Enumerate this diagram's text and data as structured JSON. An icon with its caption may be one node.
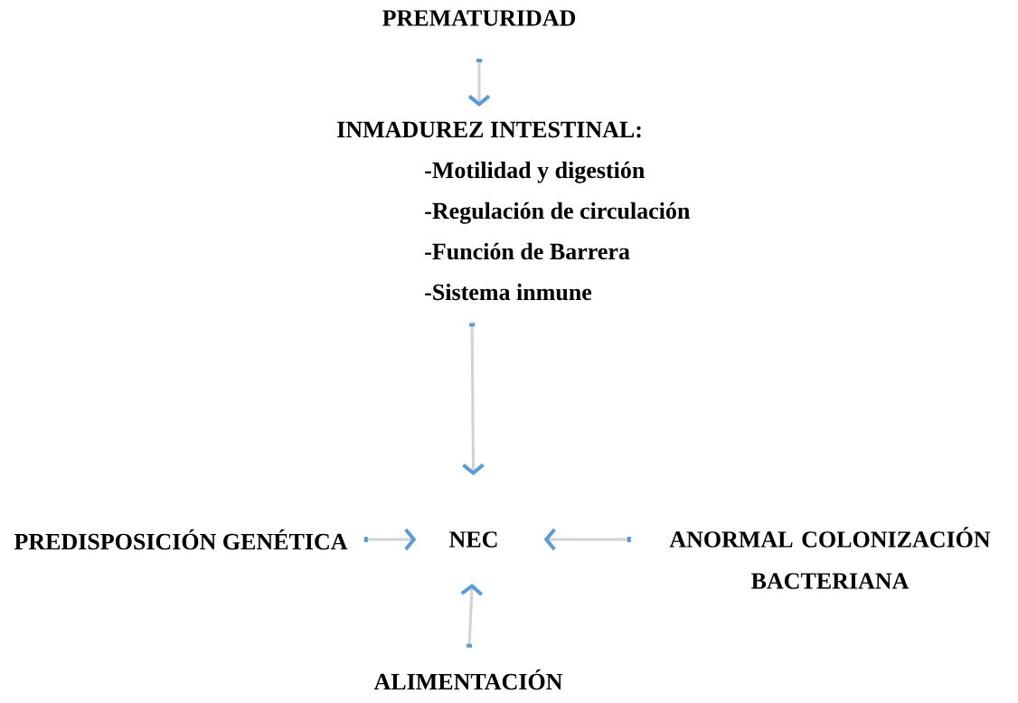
{
  "diagram": {
    "nodes": [
      {
        "text": [
          "PREMATURIDAD"
        ]
      },
      {
        "text": [
          "INMADUREZ INTESTINAL:",
          "-Motilidad y digestión",
          "-Regulación de circulación",
          "-Función de Barrera",
          "-Sistema inmune"
        ]
      },
      {
        "text": [
          "NEC"
        ]
      },
      {
        "text": [
          "PREDISPOSICIÓN GENÉTICA"
        ]
      },
      {
        "text": [
          "ANORMAL COLONIZACIÓN BACTERIANA"
        ]
      },
      {
        "text": [
          "ALIMENTACIÓN"
        ]
      }
    ],
    "edges": [
      {
        "from": 0,
        "to": 1,
        "arrow": "to"
      },
      {
        "from": 1,
        "to": 2,
        "arrow": "to"
      },
      {
        "from": 3,
        "to": 2,
        "arrow": "to"
      },
      {
        "from": 4,
        "to": 2,
        "arrow": "to"
      },
      {
        "from": 5,
        "to": 2,
        "arrow": "to"
      }
    ]
  }
}
